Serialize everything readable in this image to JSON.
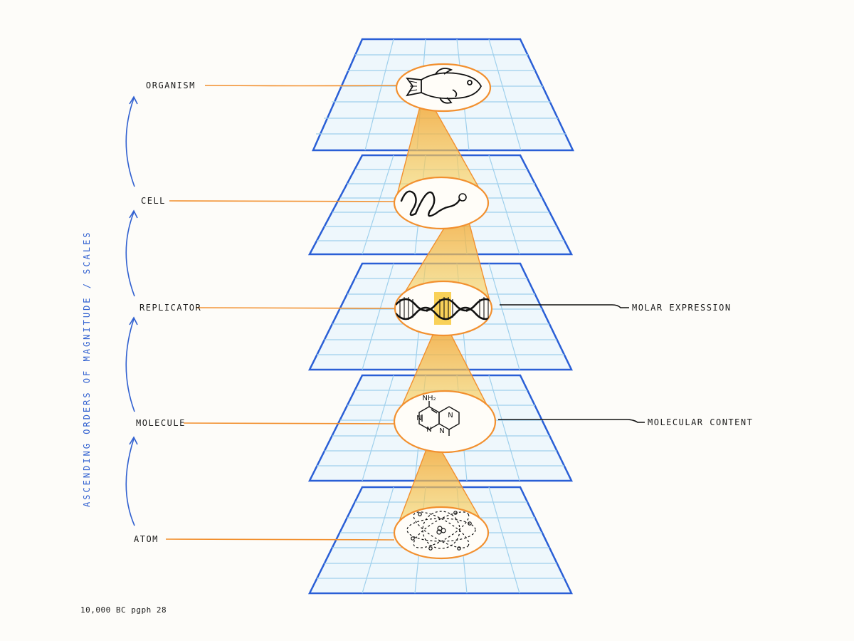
{
  "levels": [
    {
      "key": "organism",
      "label": "ORGANISM",
      "icon": "fish-icon"
    },
    {
      "key": "cell",
      "label": "CELL",
      "icon": "cell-icon"
    },
    {
      "key": "replicator",
      "label": "REPLICATOR",
      "icon": "dna-helix-icon"
    },
    {
      "key": "molecule",
      "label": "MOLECULE",
      "icon": "molecule-structure-icon"
    },
    {
      "key": "atom",
      "label": "ATOM",
      "icon": "atom-icon"
    }
  ],
  "annotations": {
    "molar": "MOLAR EXPRESSION",
    "molecular": "MOLECULAR CONTENT"
  },
  "side_label": "ASCENDING ORDERS OF MAGNITUDE / SCALES",
  "chem": {
    "amine": "NH₂",
    "n": "N"
  },
  "footer": "10,000 BC pgph 28",
  "colors": {
    "grid": "#2a5fd6",
    "grid_light": "#a9d5ee",
    "orange": "#f2902f",
    "cone": "#f7c531",
    "ink": "#1a1a1a"
  }
}
